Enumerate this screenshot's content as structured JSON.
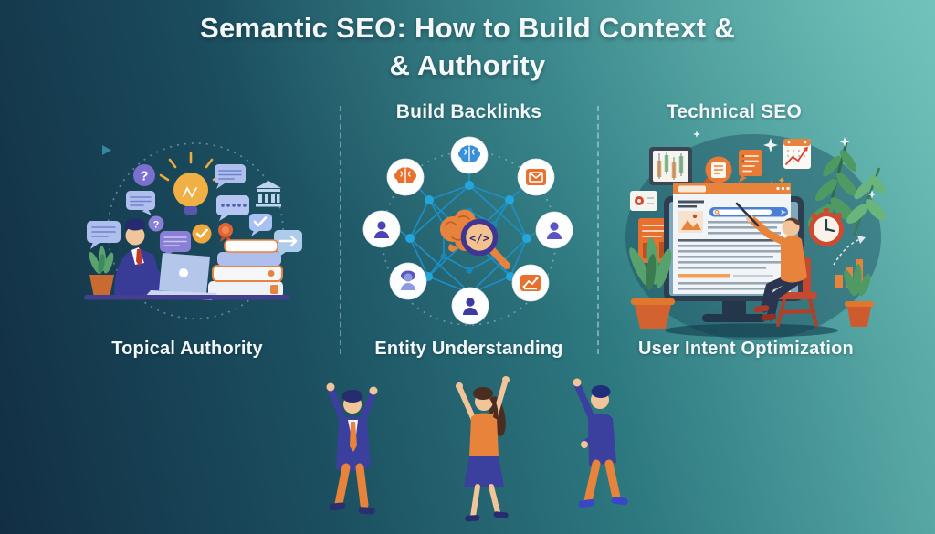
{
  "title": {
    "line1": "Semantic SEO: How to Build Context &",
    "line2": "& Authority"
  },
  "columns": [
    {
      "id": "topical-authority",
      "header": "",
      "caption": "Topical Authority",
      "illustration": "person-researching-at-laptop",
      "icons": [
        "lightbulb-icon",
        "question-icon",
        "speech-bubble-icon",
        "bank-icon",
        "check-circle-icon",
        "badge-icon",
        "check-bubble-icon",
        "arrow-bubble-icon",
        "books-stack",
        "potted-plant",
        "laptop"
      ]
    },
    {
      "id": "entity-understanding",
      "header": "Build Backlinks",
      "caption": "Entity Understanding",
      "illustration": "entity-knowledge-graph",
      "icons": [
        "brain-node-icon",
        "email-node-icon",
        "person-node-icon",
        "chart-node-icon",
        "center-brain-icon",
        "magnifier-code-icon"
      ]
    },
    {
      "id": "user-intent-optimization",
      "header": "Technical SEO",
      "caption": "User Intent Optimization",
      "illustration": "analyst-pointing-at-serp",
      "icons": [
        "candlestick-chart-icon",
        "magnifier-doc-icon",
        "notepad-icon",
        "calendar-icon",
        "alarm-clock-icon",
        "monitor",
        "browser-bar",
        "search-bar",
        "fern-plant",
        "potted-plant",
        "growth-bars-icon",
        "pointer-stick"
      ]
    }
  ],
  "footer": {
    "illustration": "three-celebrating-people",
    "figures": [
      "man-in-blue-jacket",
      "woman-in-orange-top",
      "man-in-blue-sweater"
    ]
  },
  "colors": {
    "bg_bottom_left": "#14334a",
    "bg_top_right": "#65b7b2",
    "text": "#f3f7f8",
    "accent_orange": "#e8833c",
    "deep_orange": "#d9542f",
    "periwinkle": "#aebfee",
    "purple": "#7b6fd0",
    "indigo": "#3b3f9e",
    "network_blue": "#1d8fc9",
    "node_dot_blue": "#23a7db",
    "leaf_green": "#4e9a62",
    "skin": "#f2c49a",
    "monitor_slate": "#2c3e50",
    "search_blue": "#4a7fd4"
  }
}
